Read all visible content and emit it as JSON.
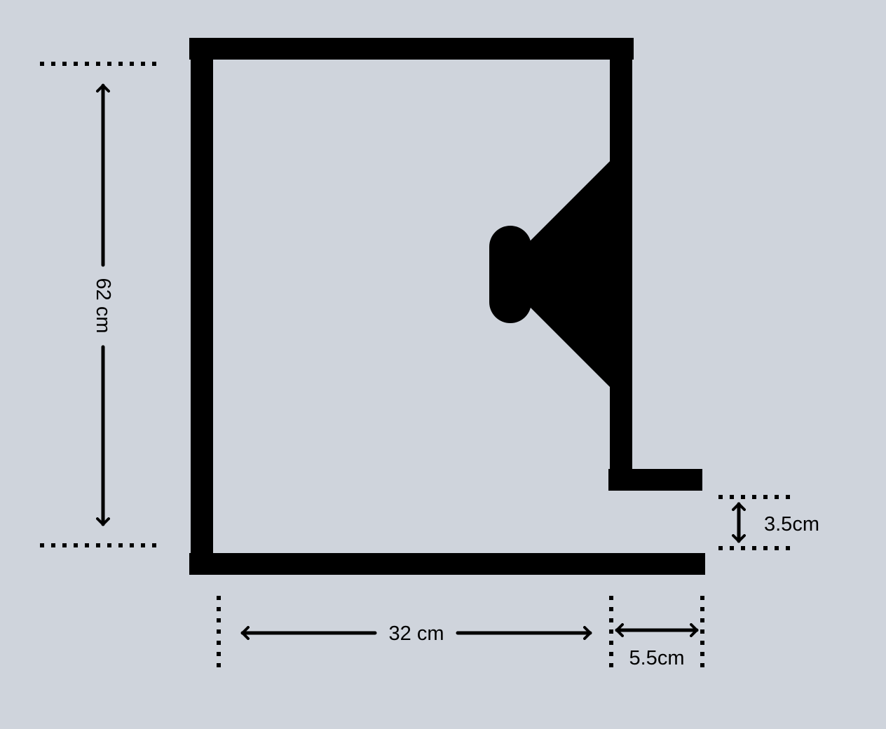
{
  "title": "Speaker enclosure with port – dimensions",
  "colors": {
    "ink": "#000000",
    "grid_dot": "#cfd4dc",
    "background": "#ffffff"
  },
  "dimensions": {
    "height": "62 cm",
    "inner_width": "32 cm",
    "port_length": "5.5cm",
    "port_gap": "3.5cm"
  }
}
